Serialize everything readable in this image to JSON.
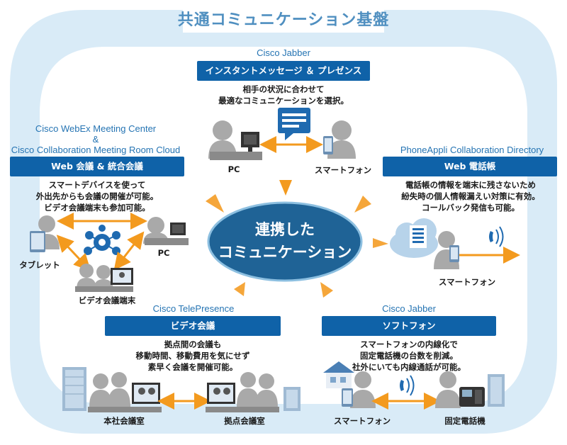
{
  "title": "共通コミュニケーション基盤",
  "center": {
    "line1": "連携した",
    "line2": "コミュニケーション"
  },
  "top": {
    "product": "Cisco Jabber",
    "pill": "インスタントメッセージ ＆ プレゼンス",
    "desc1": "相手の状況に合わせて",
    "desc2": "最適なコミュニケーションを選択。",
    "label_pc": "PC",
    "label_phone": "スマートフォン"
  },
  "left": {
    "product1": "Cisco WebEx Meeting Center",
    "product_amp": "&",
    "product2": "Cisco Collaboration Meeting Room Cloud",
    "pill": "Web 会議 & 統合会議",
    "desc1": "スマートデバイスを使って",
    "desc2": "外出先からも会議の開催が可能。",
    "desc3": "ビデオ会議端末も参加可能。",
    "label_tablet": "タブレット",
    "label_pc": "PC",
    "label_video": "ビデオ会議端末"
  },
  "right": {
    "product": "PhoneAppli Collaboration Directory",
    "pill": "Web 電話帳",
    "desc1": "電話帳の情報を端末に残さないため",
    "desc2": "紛失時の個人情報漏えい対策に有効。",
    "desc3": "コールバック発信も可能。",
    "label_phone": "スマートフォン"
  },
  "bottom_left": {
    "product": "Cisco TelePresence",
    "pill": "ビデオ会議",
    "desc1": "拠点間の会議も",
    "desc2": "移動時間、移動費用を気にせず",
    "desc3": "素早く会議を開催可能。",
    "label_hq": "本社会議室",
    "label_branch": "拠点会議室"
  },
  "bottom_right": {
    "product": "Cisco Jabber",
    "pill": "ソフトフォン",
    "desc1": "スマートフォンの内線化で",
    "desc2": "固定電話機の台数を削減。",
    "desc3": "社外にいても内線通話が可能。",
    "label_phone": "スマートフォン",
    "label_fixed": "固定電話機"
  },
  "colors": {
    "ring": "#d9ebf7",
    "pill": "#0f62a8",
    "center_ellipse": "#1f6396",
    "arrow": "#f39a1e",
    "title": "#4f8fc0",
    "product_text": "#2574b3",
    "person": "#a9a9a9"
  }
}
